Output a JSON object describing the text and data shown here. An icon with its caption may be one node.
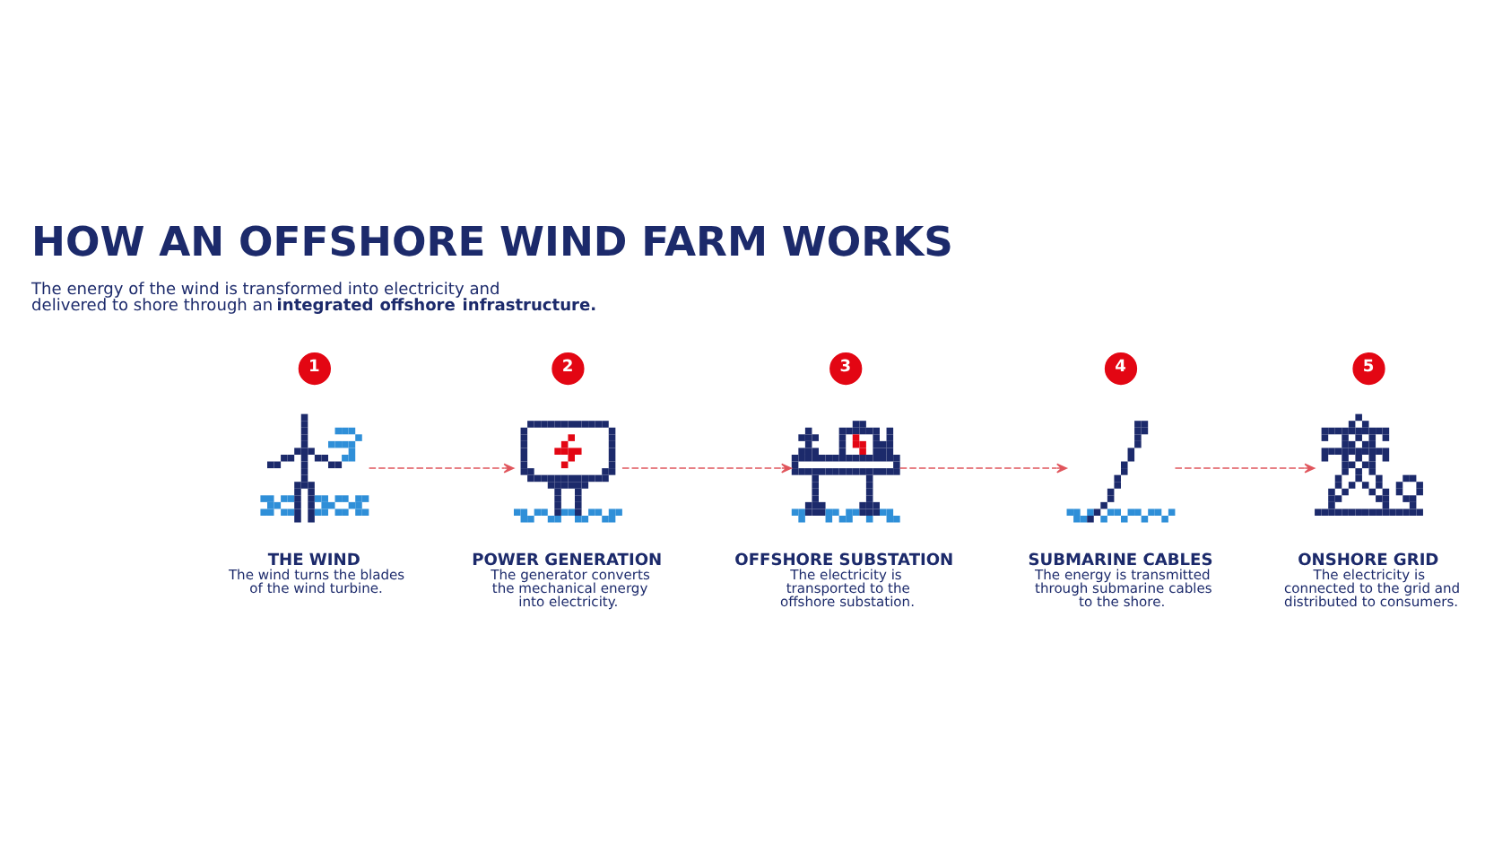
{
  "diagram": {
    "title": "HOW AN OFFSHORE WIND FARM WORKS",
    "nodes": [
      {
        "text": [
          "1"
        ]
      },
      {
        "text": [],
        "shape": "picture",
        "beside": [
          "THE WIND",
          "The wind turns the blades of the wind turbine."
        ]
      },
      {
        "text": [
          "2"
        ]
      },
      {
        "text": [],
        "shape": "picture",
        "beside": [
          "POWER GENERATION",
          "The generator converts the mechanical energy into electricity."
        ]
      },
      {
        "text": [
          "3"
        ]
      },
      {
        "text": [],
        "shape": "picture",
        "beside": [
          "OFFSHORE SUBSTATION",
          "The electricity is transported to the offshore substation."
        ]
      },
      {
        "text": [
          "4"
        ]
      },
      {
        "text": [],
        "shape": "picture",
        "beside": [
          "SUBMARINE CABLES",
          "The energy is transmitted through submarine cables to the shore."
        ]
      },
      {
        "text": [
          "5"
        ]
      },
      {
        "text": [],
        "shape": "picture",
        "beside": [
          "ONSHORE GRID",
          "The electricity is connected to the grid and distributed to consumers."
        ]
      }
    ],
    "edges": [
      {
        "from": 1,
        "to": 3,
        "arrow": "to",
        "style": "dashed"
      },
      {
        "from": 3,
        "to": 5,
        "arrow": "to",
        "style": "dashed"
      },
      {
        "from": 5,
        "to": 7,
        "arrow": "to",
        "style": "dashed"
      },
      {
        "from": 7,
        "to": 9,
        "arrow": "to",
        "style": "dashed"
      }
    ],
    "labels": [
      "The energy of the wind is transformed into electricity and delivered to shore through an **integrated offshore infrastructure.**"
    ]
  }
}
